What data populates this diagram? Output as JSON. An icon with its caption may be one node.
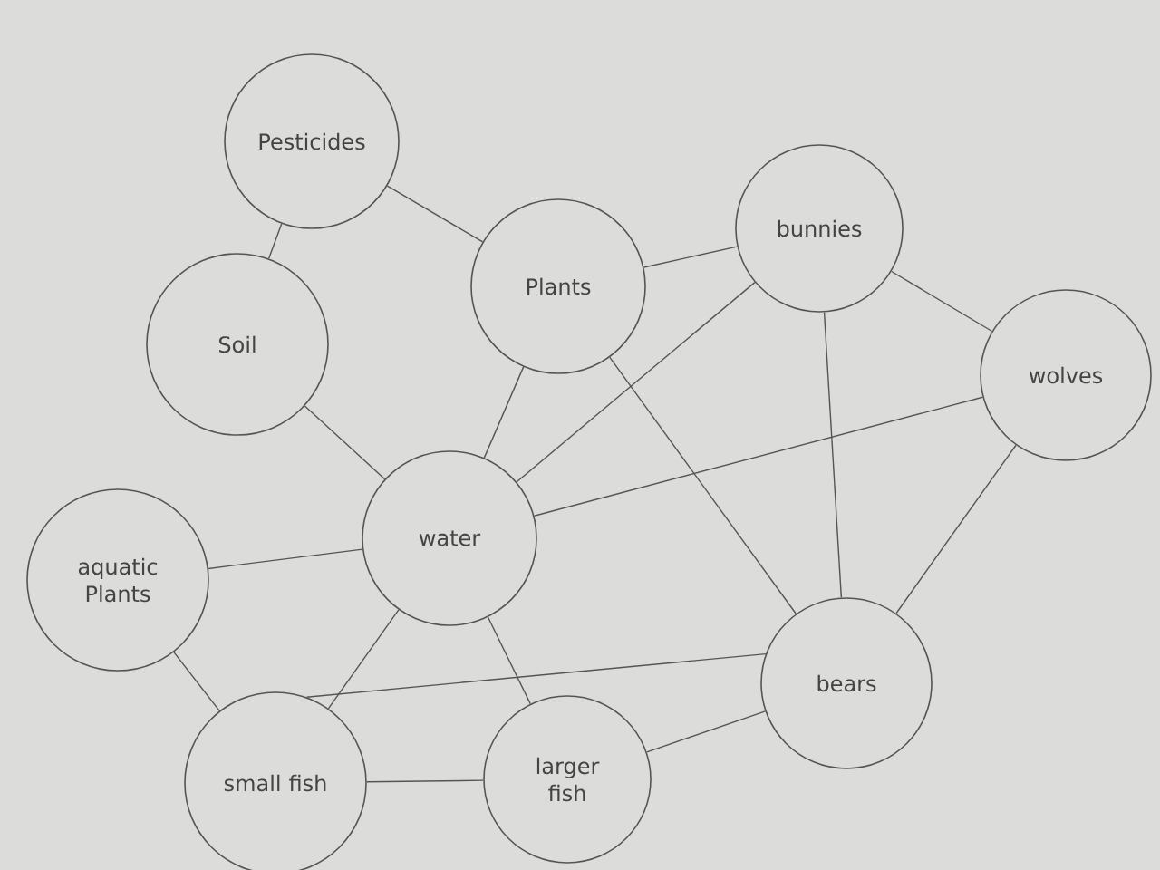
{
  "diagram": {
    "nodes": [
      {
        "text": [
          "Pesticides"
        ]
      },
      {
        "text": [
          "Plants"
        ]
      },
      {
        "text": [
          "bunnies"
        ]
      },
      {
        "text": [
          "Soil"
        ]
      },
      {
        "text": [
          "wolves"
        ]
      },
      {
        "text": [
          "water"
        ]
      },
      {
        "text": [
          "aquatic Plants"
        ]
      },
      {
        "text": [
          "bears"
        ]
      },
      {
        "text": [
          "small fish"
        ]
      },
      {
        "text": [
          "larger fish"
        ]
      }
    ],
    "edges": [
      {
        "from": 0,
        "to": 3,
        "arrow": "none"
      },
      {
        "from": 0,
        "to": 1,
        "arrow": "none"
      },
      {
        "from": 1,
        "to": 2,
        "arrow": "none"
      },
      {
        "from": 1,
        "to": 5,
        "arrow": "none"
      },
      {
        "from": 1,
        "to": 7,
        "arrow": "none"
      },
      {
        "from": 2,
        "to": 4,
        "arrow": "none"
      },
      {
        "from": 2,
        "to": 5,
        "arrow": "none"
      },
      {
        "from": 2,
        "to": 7,
        "arrow": "none"
      },
      {
        "from": 4,
        "to": 5,
        "arrow": "none"
      },
      {
        "from": 4,
        "to": 7,
        "arrow": "none"
      },
      {
        "from": 3,
        "to": 5,
        "arrow": "none"
      },
      {
        "from": 5,
        "to": 6,
        "arrow": "none"
      },
      {
        "from": 5,
        "to": 8,
        "arrow": "none"
      },
      {
        "from": 5,
        "to": 9,
        "arrow": "none"
      },
      {
        "from": 6,
        "to": 8,
        "arrow": "none"
      },
      {
        "from": 8,
        "to": 7,
        "arrow": "none"
      },
      {
        "from": 8,
        "to": 9,
        "arrow": "none"
      },
      {
        "from": 9,
        "to": 7,
        "arrow": "none"
      }
    ]
  }
}
